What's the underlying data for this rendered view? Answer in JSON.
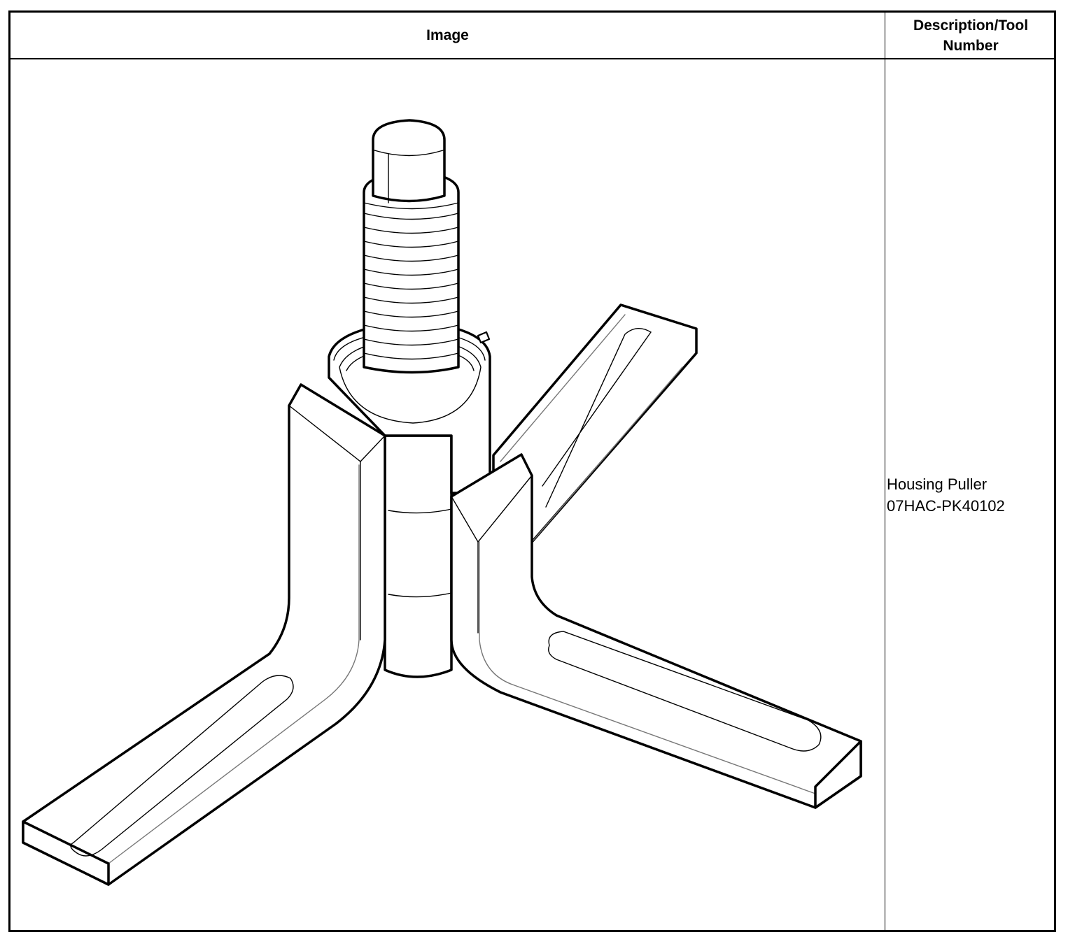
{
  "table": {
    "header_image": "Image",
    "header_description": "Description/Tool Number",
    "rows": [
      {
        "description": "Housing Puller",
        "tool_number": "07HAC-PK40102"
      }
    ]
  }
}
